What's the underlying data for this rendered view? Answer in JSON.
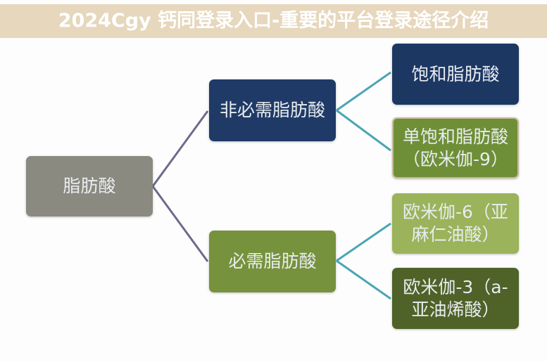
{
  "diagram": {
    "root": {
      "label": "脂肪酸",
      "color": "#8a8a80"
    },
    "branches": [
      {
        "label": "非必需脂肪酸",
        "color": "#1f3a66",
        "children": [
          {
            "label": "饱和脂肪酸",
            "color": "#1d3763"
          },
          {
            "label": "单饱和脂肪酸（欧米伽-9）",
            "color": "#6f8f36"
          }
        ]
      },
      {
        "label": "必需脂肪酸",
        "color": "#76923c",
        "children": [
          {
            "label": "欧米伽-6（亚麻仁油酸）",
            "color": "#9bb35a"
          },
          {
            "label": "欧米伽-3（a-亚油烯酸）",
            "color": "#4f6228"
          }
        ]
      }
    ],
    "connector_colors": {
      "root": "#6c6a8c",
      "branch": "#4aa5b5"
    }
  },
  "banner": {
    "title": "2024Cgy 钙同登录入口-重要的平台登录途径介绍"
  }
}
